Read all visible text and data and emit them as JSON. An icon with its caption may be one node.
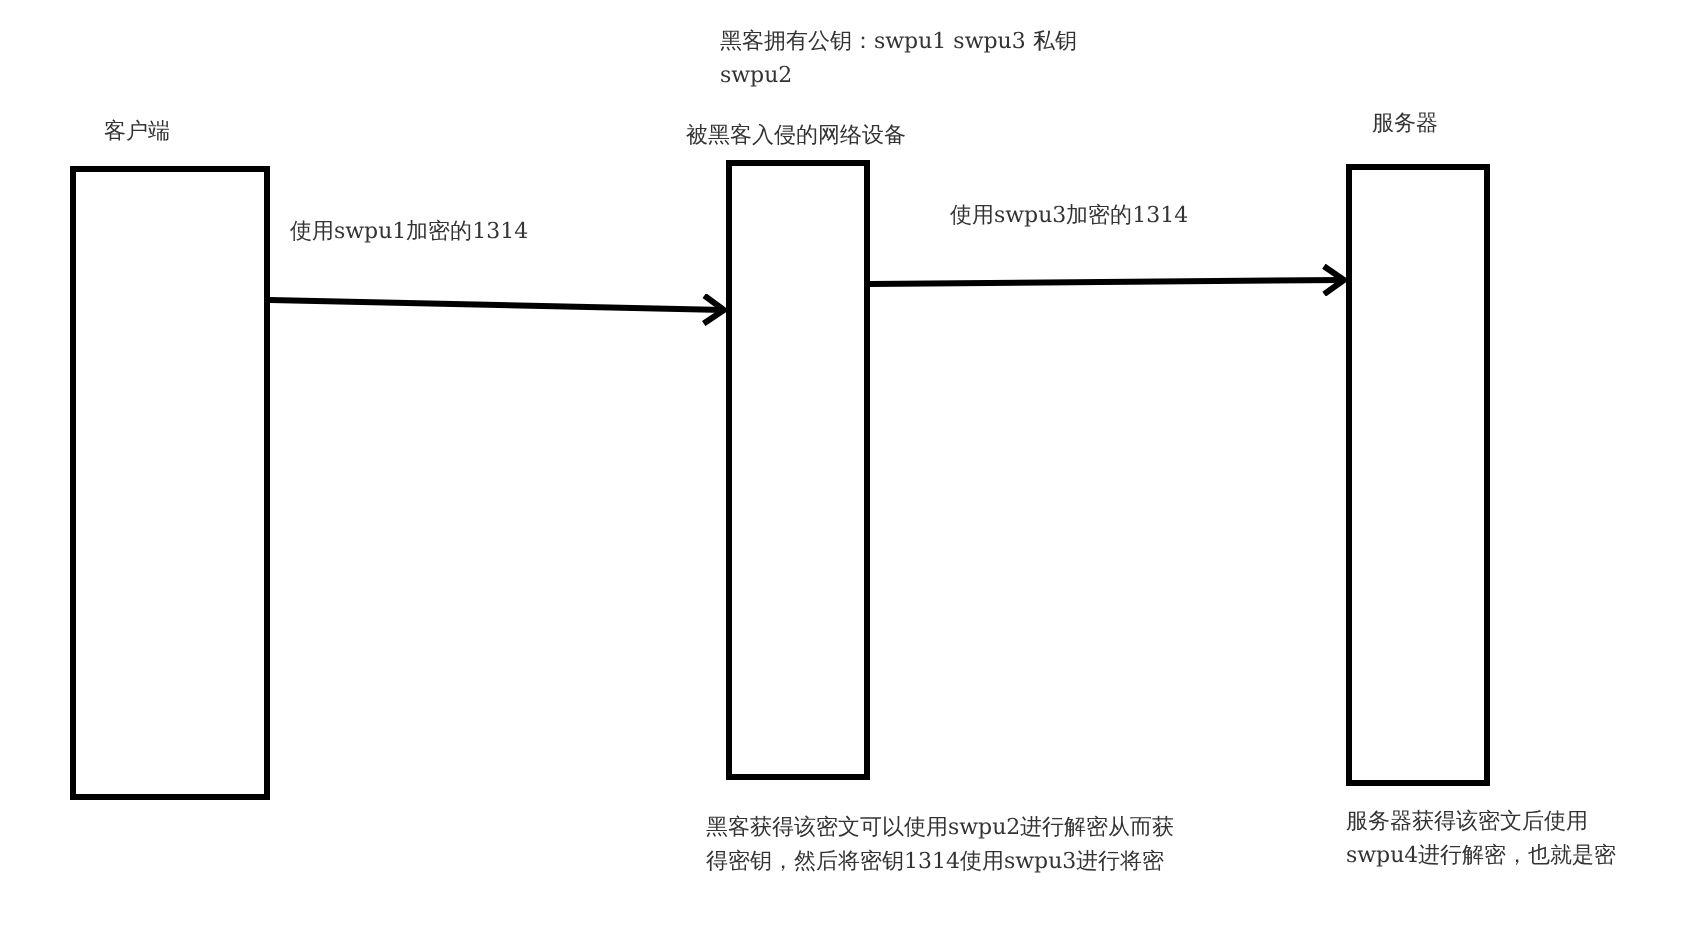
{
  "diagram": {
    "nodes": [
      {
        "text": [
          "客户端"
        ]
      },
      {
        "text": [
          "被黑客入侵的网络设备"
        ],
        "beside": [
          "黑客拥有公钥：swpu1 swpu3 私钥swpu2",
          "黑客获得该密文可以使用swpu2进行解密从而获得密钥，然后将密钥1314使用swpu3进行将密"
        ]
      },
      {
        "text": [
          "服务器"
        ],
        "beside": [
          "服务器获得该密文后使用swpu4进行解密，也就是密"
        ]
      }
    ],
    "edges": [
      {
        "from": 0,
        "to": 1,
        "arrow": "to",
        "label": "使用swpu1加密的1314"
      },
      {
        "from": 1,
        "to": 2,
        "arrow": "to",
        "label": "使用swpu3加密的1314"
      }
    ]
  }
}
